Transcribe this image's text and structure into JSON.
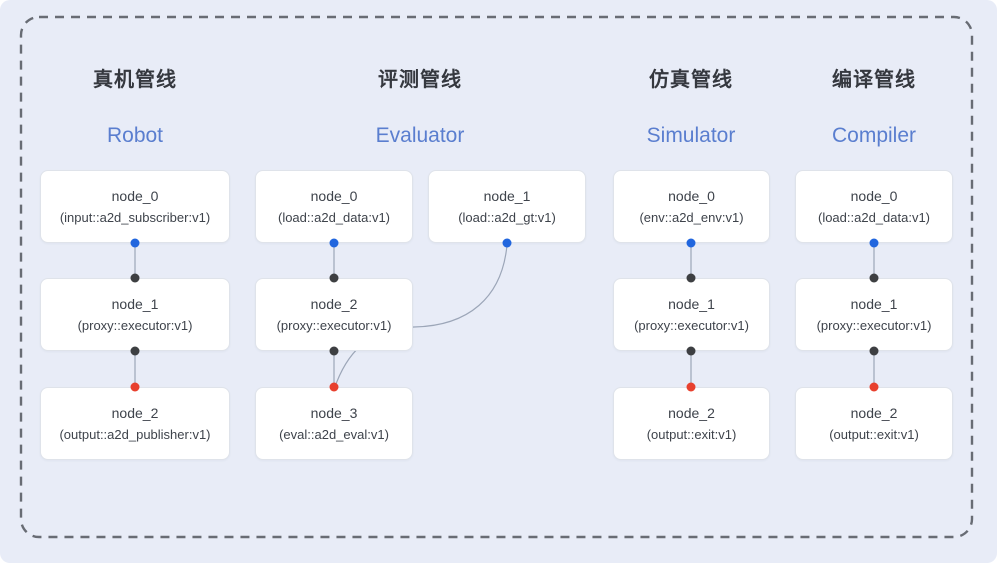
{
  "diagram": {
    "pipelines": [
      {
        "title_zh": "真机管线",
        "title_en": "Robot",
        "nodes": [
          {
            "label": "node_0",
            "detail": "(input::a2d_subscriber:v1)"
          },
          {
            "label": "node_1",
            "detail": "(proxy::executor:v1)"
          },
          {
            "label": "node_2",
            "detail": "(output::a2d_publisher:v1)"
          }
        ]
      },
      {
        "title_zh": "评测管线",
        "title_en": "Evaluator",
        "nodes": [
          {
            "label": "node_0",
            "detail": "(load::a2d_data:v1)"
          },
          {
            "label": "node_1",
            "detail": "(load::a2d_gt:v1)"
          },
          {
            "label": "node_2",
            "detail": "(proxy::executor:v1)"
          },
          {
            "label": "node_3",
            "detail": "(eval::a2d_eval:v1)"
          }
        ]
      },
      {
        "title_zh": "仿真管线",
        "title_en": "Simulator",
        "nodes": [
          {
            "label": "node_0",
            "detail": "(env::a2d_env:v1)"
          },
          {
            "label": "node_1",
            "detail": "(proxy::executor:v1)"
          },
          {
            "label": "node_2",
            "detail": "(output::exit:v1)"
          }
        ]
      },
      {
        "title_zh": "编译管线",
        "title_en": "Compiler",
        "nodes": [
          {
            "label": "node_0",
            "detail": "(load::a2d_data:v1)"
          },
          {
            "label": "node_1",
            "detail": "(proxy::executor:v1)"
          },
          {
            "label": "node_2",
            "detail": "(output::exit:v1)"
          }
        ]
      }
    ],
    "colors": {
      "background": "#e8ecf7",
      "dashed_border": "#686c74",
      "title_en_blue": "#5a7ecf",
      "edge_line": "#9ca6b8",
      "port_source_blue": "#2166de",
      "port_executor_dark": "#3d3f42",
      "port_sink_red": "#e8402e",
      "node_fill": "#ffffff",
      "node_border": "#dfe3ea"
    }
  }
}
